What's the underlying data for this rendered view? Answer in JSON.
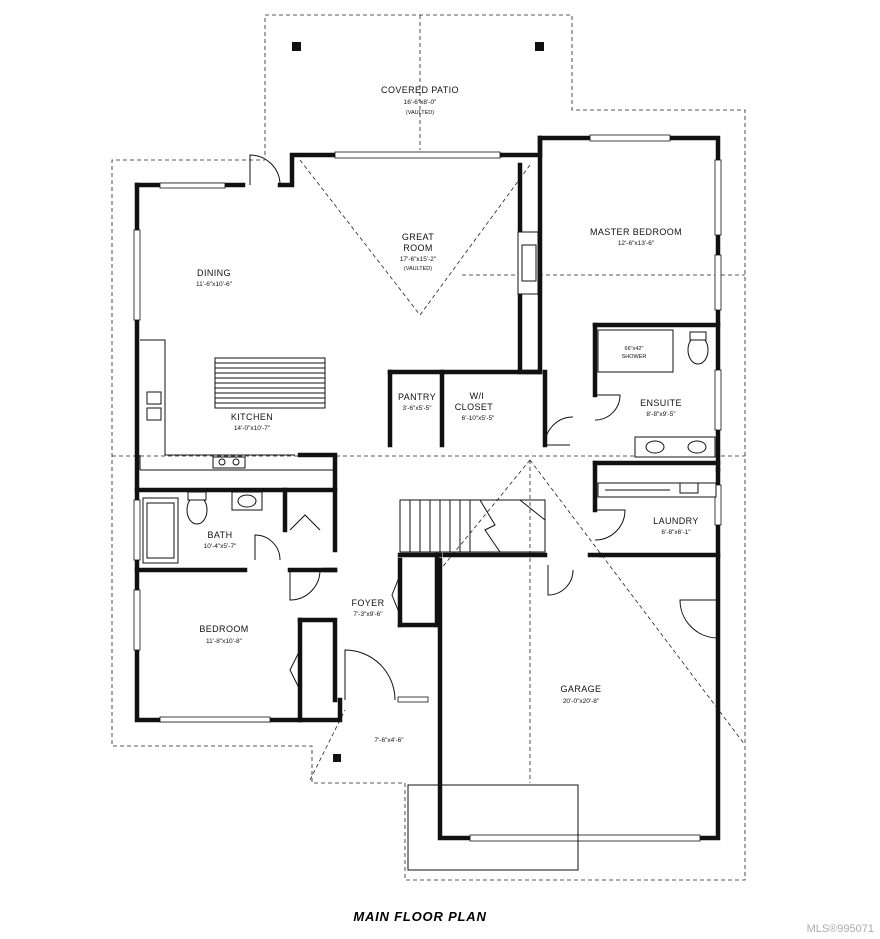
{
  "plan_title": "MAIN FLOOR PLAN",
  "watermark": "MLS®995071",
  "rooms": {
    "covered_patio": {
      "name": "COVERED PATIO",
      "dims": "16'-6\"x8'-0\"",
      "note": "(VAULTED)"
    },
    "great_room": {
      "name_line1": "GREAT",
      "name_line2": "ROOM",
      "dims": "17'-6\"x15'-2\"",
      "note": "(VAULTED)"
    },
    "master_bedroom": {
      "name": "MASTER BEDROOM",
      "dims": "12'-6\"x13'-6\""
    },
    "dining": {
      "name": "DINING",
      "dims": "11'-6\"x10'-6\""
    },
    "kitchen": {
      "name": "KITCHEN",
      "dims": "14'-0\"x10'-7\""
    },
    "pantry": {
      "name": "PANTRY",
      "dims": "3'-6\"x5'-5\""
    },
    "wi_closet": {
      "name_line1": "W/I",
      "name_line2": "CLOSET",
      "dims": "6'-10\"x5'-5\""
    },
    "shower": {
      "dims": "66\"x42\"",
      "name": "SHOWER"
    },
    "ensuite": {
      "name": "ENSUITE",
      "dims": "8'-8\"x9'-5\""
    },
    "bath": {
      "name": "BATH",
      "dims": "10'-4\"x5'-7\""
    },
    "laundry": {
      "name": "LAUNDRY",
      "dims": "6'-8\"x6'-1\""
    },
    "foyer": {
      "name": "FOYER",
      "dims": "7'-3\"x9'-6\""
    },
    "bedroom": {
      "name": "BEDROOM",
      "dims": "11'-8\"x10'-8\""
    },
    "garage": {
      "name": "GARAGE",
      "dims": "20'-0\"x20'-8\""
    },
    "porch": {
      "dims": "7'-6\"x4'-6\""
    }
  }
}
